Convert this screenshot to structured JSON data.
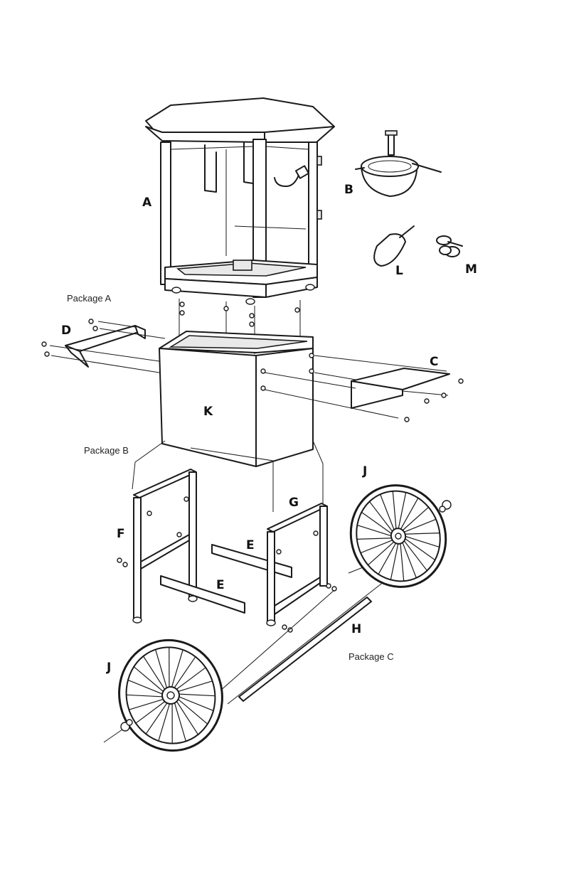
{
  "parts": {
    "A": "A",
    "B": "B",
    "C": "C",
    "D": "D",
    "E1": "E",
    "E2": "E",
    "F": "F",
    "G": "G",
    "H": "H",
    "J1": "J",
    "J2": "J",
    "K": "K",
    "L": "L",
    "M": "M"
  },
  "packages": {
    "a": "Package A",
    "b": "Package B",
    "c": "Package C"
  }
}
